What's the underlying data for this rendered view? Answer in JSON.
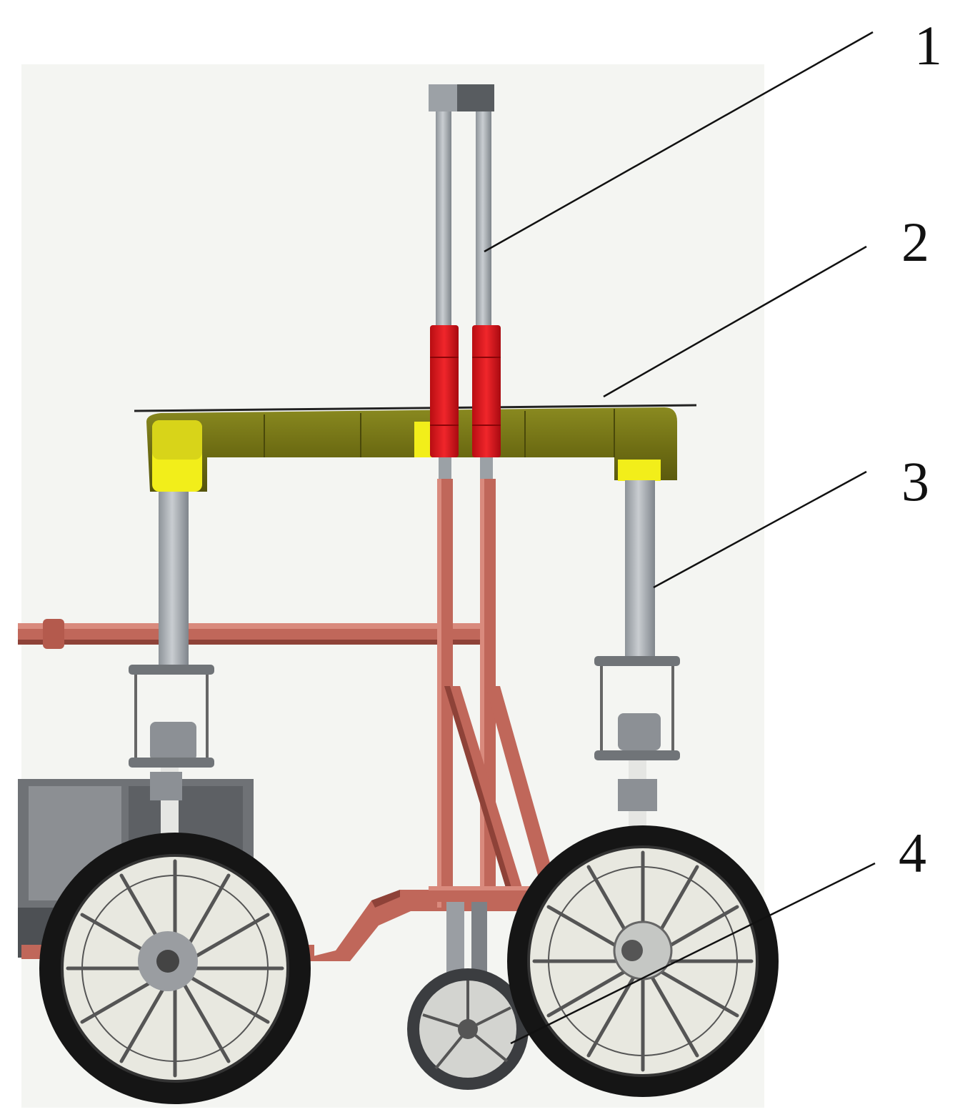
{
  "callouts": [
    {
      "id": "1",
      "label": "1"
    },
    {
      "id": "2",
      "label": "2"
    },
    {
      "id": "3",
      "label": "3"
    },
    {
      "id": "4",
      "label": "4"
    }
  ],
  "colors": {
    "background_panel": "#f4f5f2",
    "frame_tube": "#c0675a",
    "frame_tube_dark": "#8e4238",
    "crossbeam": "#6b6a14",
    "crossbeam_yellow": "#f2ee1a",
    "red_sleeve": "#e5151c",
    "steel_rod": "#a8adb3",
    "tire": "#151515",
    "rim": "#e8e8e0",
    "box": "#7d7f82"
  }
}
